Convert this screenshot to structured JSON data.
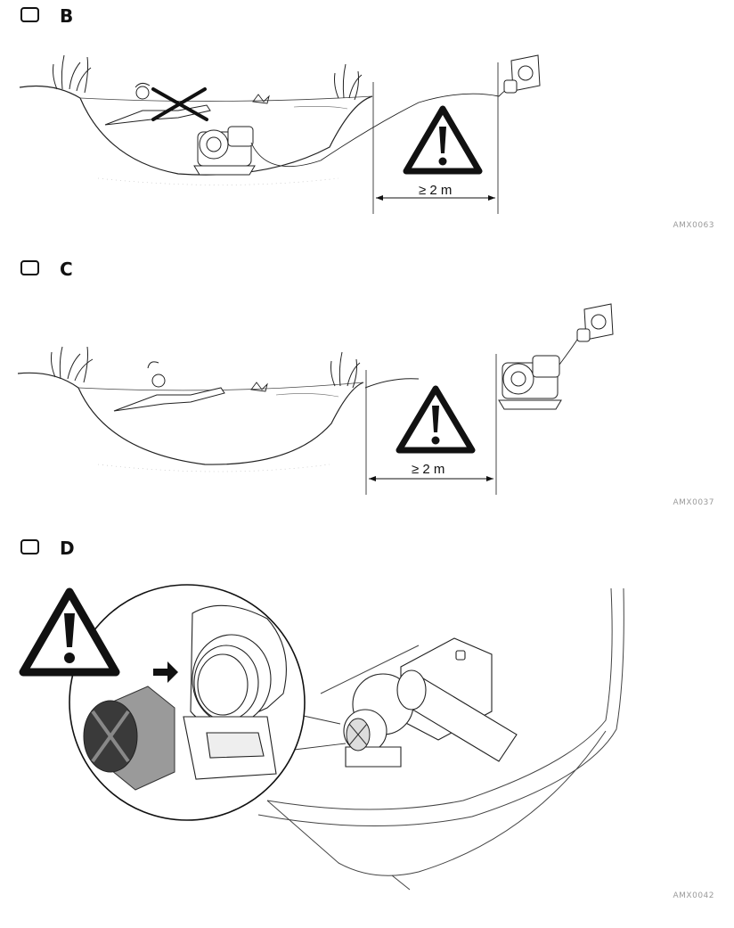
{
  "sections": {
    "b": {
      "letter": "B",
      "distance": "≥ 2 m",
      "code": "AMX0063"
    },
    "c": {
      "letter": "C",
      "distance": "≥ 2 m",
      "code": "AMX0037"
    },
    "d": {
      "letter": "D",
      "code": "AMX0042"
    }
  },
  "icons": {
    "warning": "warning-triangle-icon",
    "forbidden": "cross-mark-icon",
    "arrow": "insert-arrow-icon"
  }
}
